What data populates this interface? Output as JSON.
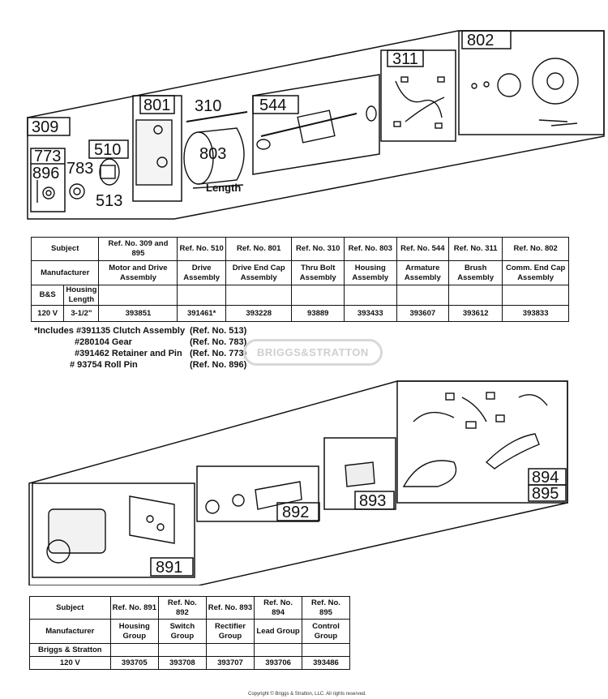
{
  "top_diagram": {
    "callouts": [
      "309",
      "773",
      "896",
      "783",
      "510",
      "513",
      "801",
      "310",
      "803",
      "544",
      "311",
      "802"
    ],
    "length_label": "Length"
  },
  "top_table": {
    "subject_label": "Subject",
    "manufacturer_label": "Manufacturer",
    "bs_label": "B&S",
    "housing_length_label": "Housing Length",
    "voltage": "120 V",
    "housing_length": "3-1/2\"",
    "columns": [
      {
        "ref": "Ref. No. 309 and 895",
        "desc": "Motor and Drive Assembly",
        "part": "393851"
      },
      {
        "ref": "Ref. No. 510",
        "desc": "Drive Assembly",
        "part": "391461*"
      },
      {
        "ref": "Ref. No. 801",
        "desc": "Drive End Cap Assembly",
        "part": "393228"
      },
      {
        "ref": "Ref. No. 310",
        "desc": "Thru Bolt Assembly",
        "part": "93889"
      },
      {
        "ref": "Ref. No. 803",
        "desc": "Housing Assembly",
        "part": "393433"
      },
      {
        "ref": "Ref. No. 544",
        "desc": "Armature Assembly",
        "part": "393607"
      },
      {
        "ref": "Ref. No. 311",
        "desc": "Brush Assembly",
        "part": "393612"
      },
      {
        "ref": "Ref. No. 802",
        "desc": "Comm. End Cap Assembly",
        "part": "393833"
      }
    ]
  },
  "footnotes": [
    {
      "text": "*Includes #391135 Clutch Assembly",
      "ref": "(Ref. No. 513)"
    },
    {
      "text": "#280104 Gear",
      "ref": "(Ref. No. 783)"
    },
    {
      "text": "#391462 Retainer and Pin",
      "ref": "(Ref. No. 773)"
    },
    {
      "text": "#  93754 Roll Pin",
      "ref": "(Ref. No. 896)"
    }
  ],
  "watermark": "BRIGGS&STRATTON",
  "bottom_diagram": {
    "callouts": [
      "891",
      "892",
      "893",
      "894",
      "895"
    ]
  },
  "bottom_table": {
    "subject_label": "Subject",
    "manufacturer_label": "Manufacturer",
    "brand_label": "Briggs & Stratton",
    "voltage": "120 V",
    "columns": [
      {
        "ref": "Ref. No. 891",
        "desc": "Housing Group",
        "part": "393705"
      },
      {
        "ref": "Ref. No. 892",
        "desc": "Switch Group",
        "part": "393708"
      },
      {
        "ref": "Ref. No. 893",
        "desc": "Rectifier Group",
        "part": "393707"
      },
      {
        "ref": "Ref. No. 894",
        "desc": "Lead Group",
        "part": "393706"
      },
      {
        "ref": "Ref. No. 895",
        "desc": "Control Group",
        "part": "393486"
      }
    ]
  },
  "copyright": "Copyright © Briggs & Stratton, LLC. All rights reserved."
}
